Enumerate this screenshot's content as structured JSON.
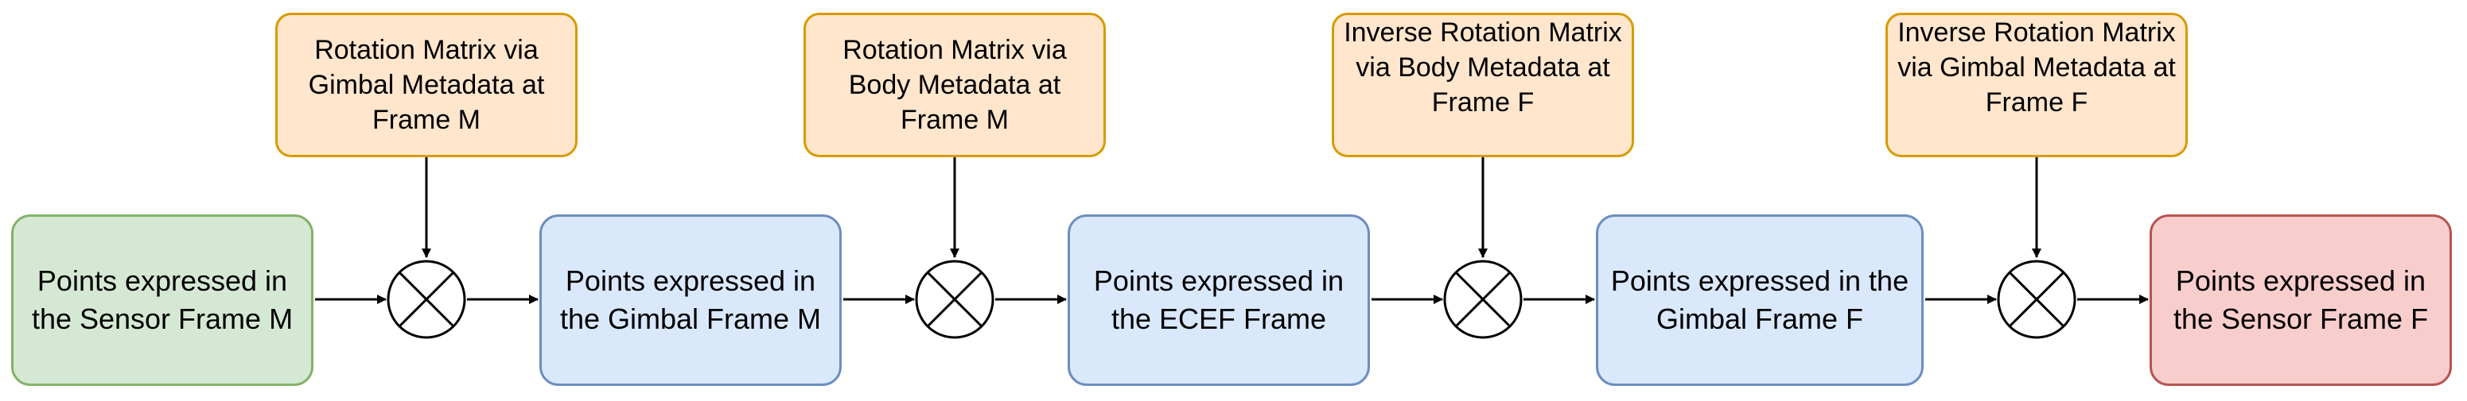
{
  "nodes": {
    "sensor_m": "Points expressed in the Sensor Frame M",
    "gimbal_m": "Points expressed in the Gimbal Frame M",
    "ecef": "Points expressed in the ECEF Frame",
    "gimbal_f": "Points expressed in the Gimbal Frame F",
    "sensor_f": "Points expressed in the Sensor Frame F"
  },
  "transforms": {
    "rot_gimbal_m": "Rotation Matrix via Gimbal Metadata at Frame M",
    "rot_body_m": "Rotation Matrix via Body Metadata at Frame M",
    "inv_rot_body_f": "Inverse Rotation Matrix via Body Metadata at Frame F",
    "inv_rot_gimbal_f": "Inverse Rotation Matrix via Gimbal Metadata at Frame F"
  },
  "colors": {
    "start_fill": "#d5e8d4",
    "intermediate_fill": "#dae8fc",
    "end_fill": "#f8cecc",
    "transform_fill": "#ffe6cc"
  },
  "icons": {
    "operator": "multiply-circle-icon"
  }
}
